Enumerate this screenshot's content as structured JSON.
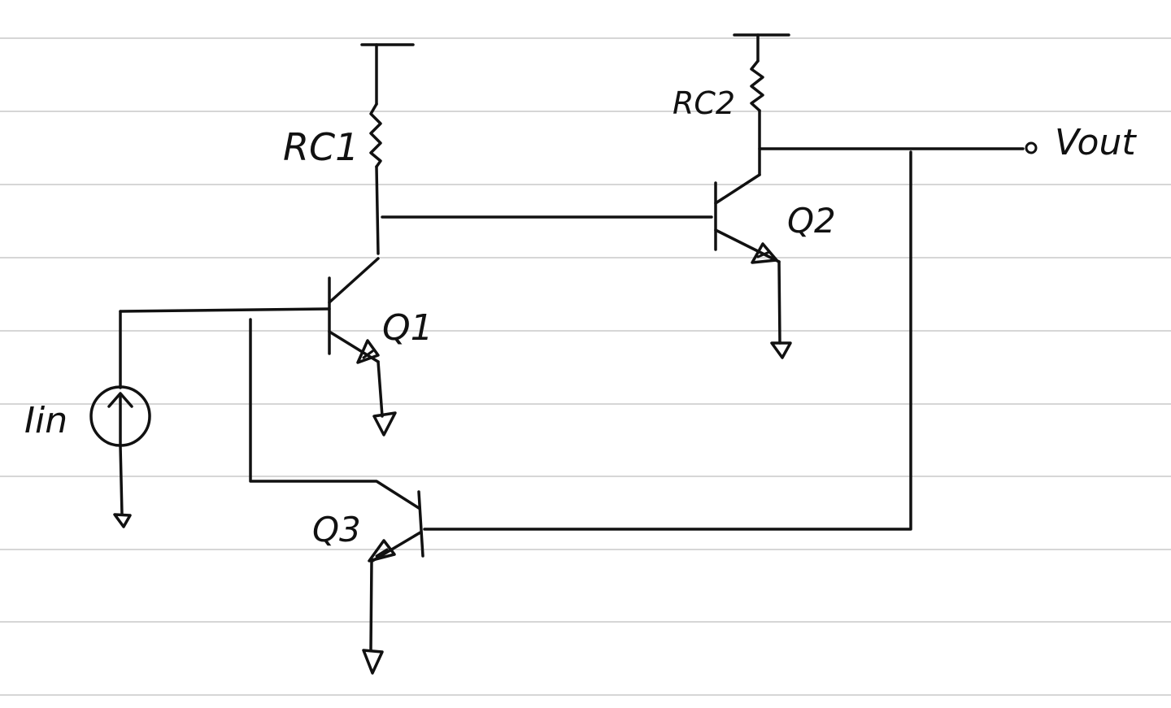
{
  "diagram": {
    "labels": {
      "rc1": "RC1",
      "rc2": "RC2",
      "vout": "Vout",
      "q1": "Q1",
      "q2": "Q2",
      "q3": "Q3",
      "iin": "Iin"
    },
    "colors": {
      "ink": "#111111",
      "ruled_line": "#d6d6d6",
      "background": "#ffffff"
    }
  }
}
